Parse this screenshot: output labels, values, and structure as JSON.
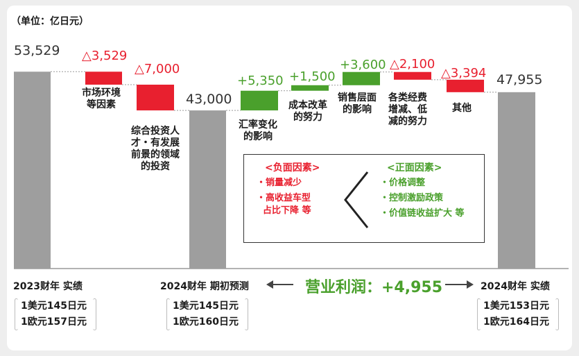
{
  "unit_label": "（单位：亿日元）",
  "chart_data": {
    "type": "waterfall",
    "unit": "亿日元",
    "steps": [
      {
        "kind": "total",
        "value": 53529,
        "label": "53,529",
        "category": ""
      },
      {
        "kind": "decrease",
        "value": -3529,
        "label": "△3,529",
        "category": "市场环境\n等因素"
      },
      {
        "kind": "decrease",
        "value": -7000,
        "label": "△7,000",
        "category": "综合投资人\n才・有发展\n前景的领域\n的投资"
      },
      {
        "kind": "total",
        "value": 43000,
        "label": "43,000",
        "category": ""
      },
      {
        "kind": "increase",
        "value": 5350,
        "label": "+5,350",
        "category": "汇率变化\n的影响"
      },
      {
        "kind": "increase",
        "value": 1500,
        "label": "+1,500",
        "category": "成本改革\n的努力"
      },
      {
        "kind": "increase",
        "value": 3600,
        "label": "+3,600",
        "category": "销售层面\n的影响"
      },
      {
        "kind": "decrease",
        "value": -2100,
        "label": "△2,100",
        "category": "各类经费\n增减、低\n减的努力"
      },
      {
        "kind": "decrease",
        "value": -3394,
        "label": "△3,394",
        "category": "其他"
      },
      {
        "kind": "total",
        "value": 47955,
        "label": "47,955",
        "category": ""
      }
    ],
    "colors": {
      "total": "#9e9e9e",
      "decrease": "#e8202f",
      "increase": "#4aa02c"
    }
  },
  "periods": [
    {
      "label": "2023财年 实绩",
      "rates": "1美元145日元\n1欧元157日元"
    },
    {
      "label": "2024财年 期初预测",
      "rates": "1美元145日元\n1欧元160日元"
    },
    {
      "label": "2024财年 实绩",
      "rates": "1美元153日元\n1欧元164日元"
    }
  ],
  "operating_profit": "营业利润：+4,955",
  "factors": {
    "negative_title": "<负面因素>",
    "negative_items": [
      "・销量减少",
      "・高收益车型\n  占比下降 等"
    ],
    "positive_title": "<正面因素>",
    "positive_items": [
      "・价格调整",
      "・控制激励政策",
      "・价值链收益扩大 等"
    ]
  }
}
